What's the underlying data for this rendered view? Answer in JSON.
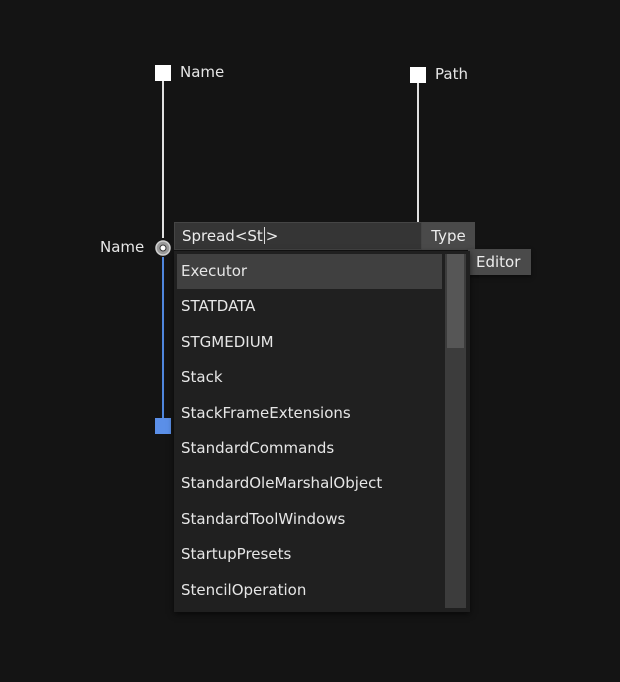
{
  "pins": {
    "name_top_label": "Name",
    "path_label": "Path",
    "name_side_label": "Name"
  },
  "input": {
    "text_before_caret": "Spread<St",
    "text_after_caret": ">"
  },
  "type_chip": "Type",
  "editor_chip": "Editor",
  "dropdown": {
    "selected_index": 0,
    "items": [
      "Executor",
      "STATDATA",
      "STGMEDIUM",
      "Stack",
      "StackFrameExtensions",
      "StandardCommands",
      "StandardOleMarshalObject",
      "StandardToolWindows",
      "StartupPresets",
      "StencilOperation"
    ]
  },
  "colors": {
    "background": "#141414",
    "wire_white": "#e0e0e0",
    "wire_blue": "#4f86dd",
    "pin_blue": "#5b8fe8"
  }
}
